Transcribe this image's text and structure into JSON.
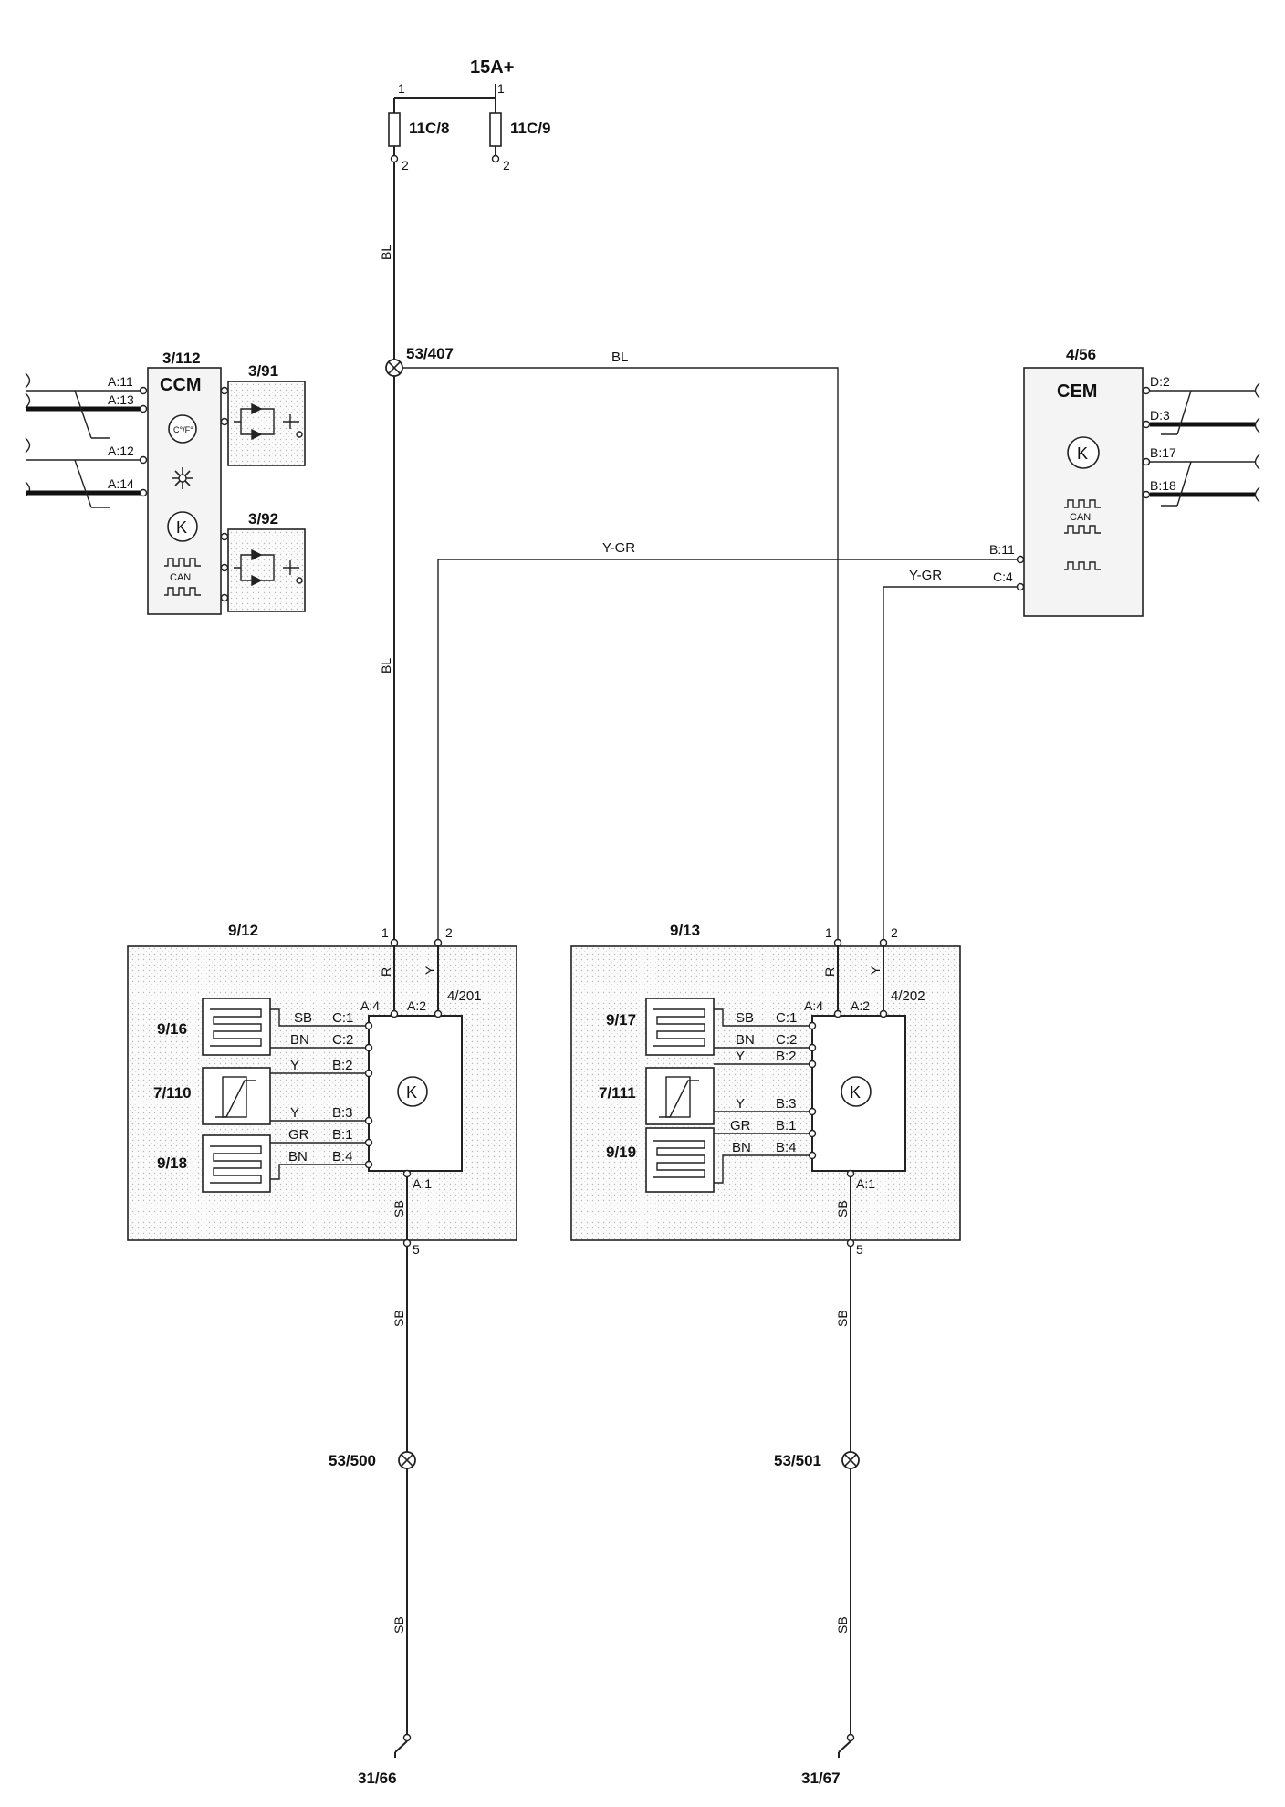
{
  "power": {
    "label": "15A+"
  },
  "fuses": [
    {
      "id": "11C/8",
      "pin_top": "1",
      "pin_bottom": "2"
    },
    {
      "id": "11C/9",
      "pin_top": "1",
      "pin_bottom": "2"
    }
  ],
  "splices": {
    "top": "53/407",
    "left_ground": "53/500",
    "right_ground": "53/501"
  },
  "grounds": {
    "left": "31/66",
    "right": "31/67"
  },
  "ccm": {
    "id": "3/112",
    "title": "CCM",
    "pins": [
      "A:11",
      "A:13",
      "A:12",
      "A:14"
    ],
    "temp_symbol": "C°/F°",
    "can_symbol": "CAN",
    "k_symbol": "K"
  },
  "sub_modules": {
    "upper": "3/91",
    "lower": "3/92"
  },
  "cem": {
    "id": "4/56",
    "title": "CEM",
    "pins": [
      "D:2",
      "D:3",
      "B:17",
      "B:18"
    ],
    "pin_b11": "B:11",
    "pin_c4": "C:4",
    "can_symbol": "CAN",
    "k_symbol": "K"
  },
  "wires": {
    "bl": "BL",
    "r": "R",
    "y": "Y",
    "ygr": "Y-GR",
    "sb": "SB",
    "bn": "BN",
    "gr": "GR"
  },
  "seat_left": {
    "id": "9/12",
    "module": "4/201",
    "pin1": "1",
    "pin2": "2",
    "pin5": "5",
    "a4": "A:4",
    "a2": "A:2",
    "a1": "A:1",
    "c1": "C:1",
    "c2": "C:2",
    "b2": "B:2",
    "b3": "B:3",
    "b1": "B:1",
    "b4": "B:4",
    "heater_top": "9/16",
    "sensor": "7/110",
    "heater_bottom": "9/18",
    "k_symbol": "K"
  },
  "seat_right": {
    "id": "9/13",
    "module": "4/202",
    "pin1": "1",
    "pin2": "2",
    "pin5": "5",
    "a4": "A:4",
    "a2": "A:2",
    "a1": "A:1",
    "c1": "C:1",
    "c2": "C:2",
    "b2": "B:2",
    "b3": "B:3",
    "b1": "B:1",
    "b4": "B:4",
    "heater_top": "9/17",
    "sensor": "7/111",
    "heater_bottom": "9/19",
    "k_symbol": "K"
  }
}
